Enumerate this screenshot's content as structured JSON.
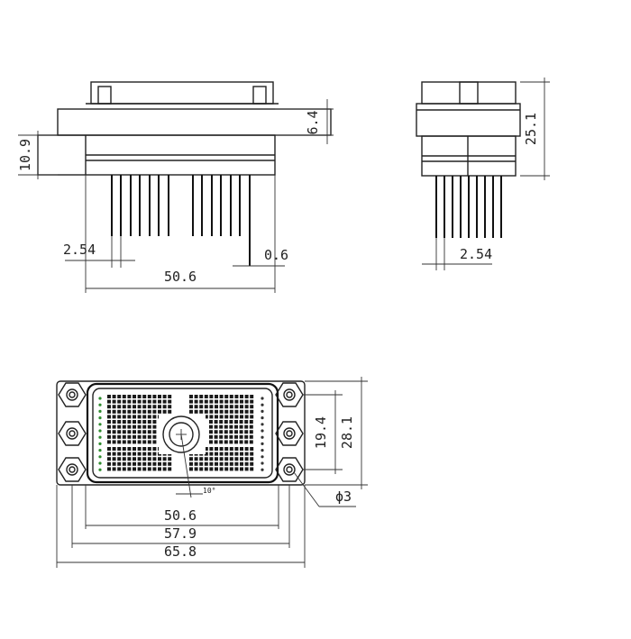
{
  "front_view": {
    "dim_flange_thickness": "6.4",
    "dim_body_height": "10.9",
    "dim_pin_pitch": "2.54",
    "dim_pin_diameter": "0.6",
    "dim_body_width": "50.6"
  },
  "side_view": {
    "dim_total_height": "25.1",
    "dim_pin_pitch": "2.54"
  },
  "bottom_view": {
    "dim_hole_spacing": "19.4",
    "dim_flange_height": "28.1",
    "dim_hole_diameter": "ϕ3",
    "dim_body_width": "50.6",
    "dim_hole_centers": "57.9",
    "dim_overall_width": "65.8",
    "small_note": "10°"
  }
}
